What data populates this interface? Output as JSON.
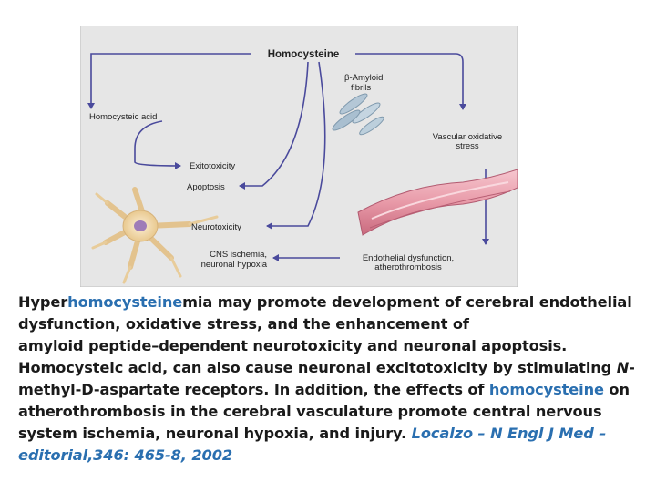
{
  "diagram": {
    "nodes": {
      "homocysteine": "Homocysteine",
      "beta_amyloid_line1": "β-Amyloid",
      "beta_amyloid_line2": "fibrils",
      "homocysteic_acid": "Homocysteic acid",
      "vascular_line1": "Vascular oxidative",
      "vascular_line2": "stress",
      "excitotoxicity": "Exitotoxicity",
      "apoptosis": "Apoptosis",
      "neurotoxicity": "Neurotoxicity",
      "cns_line1": "CNS ischemia,",
      "cns_line2": "neuronal hypoxia",
      "endothelial_line1": "Endothelial dysfunction,",
      "endothelial_line2": "atherothrombosis"
    },
    "colors": {
      "background": "#e6e6e6",
      "arrow": "#4a4a9c",
      "text": "#222222",
      "vessel": "#e8a0ad",
      "neuron": "#f3ddb6"
    }
  },
  "caption": {
    "p1": "Hyper",
    "p2": "homocysteine",
    "p3": "mia may promote development of cerebral endothelial dysfunction, oxidative stress, and the enhancement of",
    "p4": "amyloid peptide–dependent neurotoxicity and neuronal apoptosis. Homocysteic acid, can also cause neuronal excitotoxicity by stimulating ",
    "p5": "N",
    "p6": "-methyl-D-aspartate receptors. In addition, the effects of ",
    "p7": "homocysteine",
    "p8": " on atherothrombosis in the cerebral vasculature promote central nervous system ischemia, neuronal hypoxia, and injury.",
    "citation": "Localzo –   N Engl J Med – editorial,346: 465-8, 2002"
  }
}
